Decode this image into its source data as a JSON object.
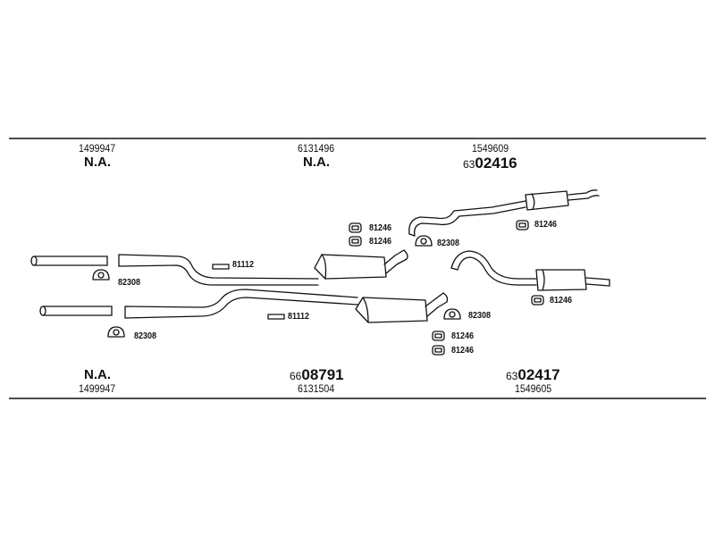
{
  "top_groups": [
    {
      "part_number": "1499947",
      "code": "N.A."
    },
    {
      "part_number": "6131496",
      "code": "N.A."
    },
    {
      "part_number": "1549609",
      "code_prefix": "63",
      "code_main": "02416"
    }
  ],
  "bottom_groups": [
    {
      "part_number": "1499947",
      "code": "N.A."
    },
    {
      "part_number": "6131504",
      "code_prefix": "66",
      "code_main": "08791"
    },
    {
      "part_number": "1549605",
      "code_prefix": "63",
      "code_main": "02417"
    }
  ],
  "callouts": {
    "clamp_upper_left": "82308",
    "clamp_lower_left": "82308",
    "hanger_upper": "81112",
    "hanger_lower": "81112",
    "rubber_upper_1": "81246",
    "rubber_upper_2": "81246",
    "clamp_upper_mid": "82308",
    "rubber_rear_top": "81246",
    "rubber_rear_mid": "81246",
    "clamp_lower_mid": "82308",
    "rubber_lower_1": "81246",
    "rubber_lower_2": "81246"
  }
}
